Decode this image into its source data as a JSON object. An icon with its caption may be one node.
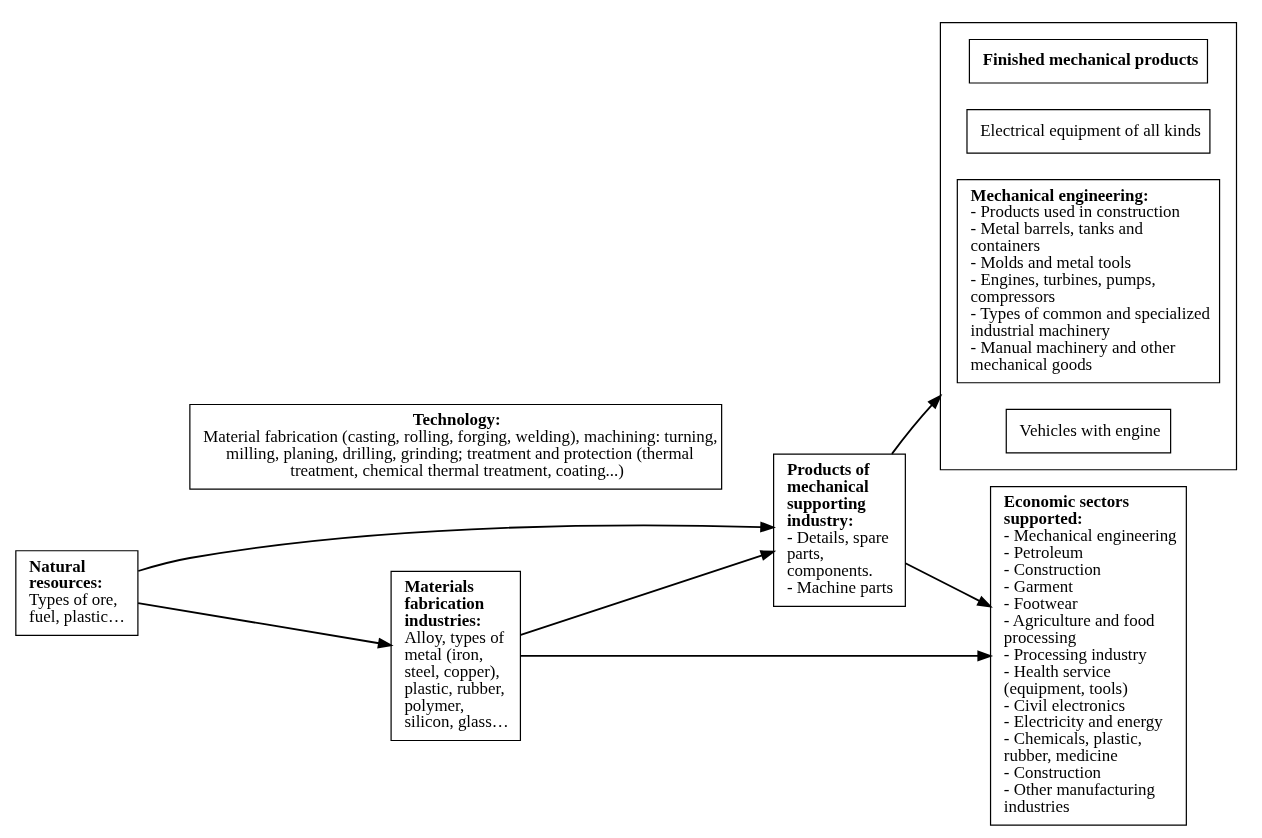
{
  "diagram": {
    "nodes": [
      {
        "text": [
          "Technology:",
          "Material fabrication (casting, rolling, forging, welding), machining: turning, milling, planing, drilling, grinding; treatment and protection (thermal treatment, chemical thermal treatment, coating...)"
        ]
      },
      {
        "text": [
          "Natural resources:",
          "Types of ore, fuel, plastic…"
        ]
      },
      {
        "text": [
          "Materials fabrication industries:",
          "Alloy, types of metal (iron, steel, copper), plastic, rubber, polymer, silicon, glass…"
        ]
      },
      {
        "text": [
          "Products of mechanical supporting industry:",
          "- Details, spare parts, components.",
          "- Machine parts"
        ]
      },
      {
        "text": [],
        "shape": "box"
      },
      {
        "text": [
          "Finished mechanical products"
        ],
        "in": 4
      },
      {
        "text": [
          "Electrical equipment of all kinds"
        ],
        "in": 4
      },
      {
        "text": [
          "Mechanical engineering:",
          "- Products used in construction",
          "- Metal barrels, tanks and containers",
          "- Molds and metal tools",
          "- Engines, turbines, pumps, compressors",
          "- Types of common and specialized industrial machinery",
          "- Manual machinery and other mechanical goods"
        ],
        "in": 4
      },
      {
        "text": [
          "Vehicles with engine"
        ],
        "in": 4
      },
      {
        "text": [
          "Economic sectors supported:",
          "- Mechanical engineering",
          "- Petroleum",
          "- Construction",
          "- Garment",
          "- Footwear",
          "- Agriculture and food processing",
          "- Processing industry",
          "- Health service (equipment, tools)",
          "- Civil electronics",
          "- Electricity and energy",
          "- Chemicals, plastic, rubber, medicine",
          "- Construction",
          "- Other manufacturing industries"
        ]
      }
    ],
    "edges": [
      {
        "from": 1,
        "to": 3,
        "arrow": "to"
      },
      {
        "from": 1,
        "to": 2,
        "arrow": "to"
      },
      {
        "from": 2,
        "to": 3,
        "arrow": "to"
      },
      {
        "from": 3,
        "to": 4,
        "arrow": "to"
      },
      {
        "from": 3,
        "to": 9,
        "arrow": "to"
      },
      {
        "from": 2,
        "to": 9,
        "arrow": "to"
      }
    ]
  }
}
